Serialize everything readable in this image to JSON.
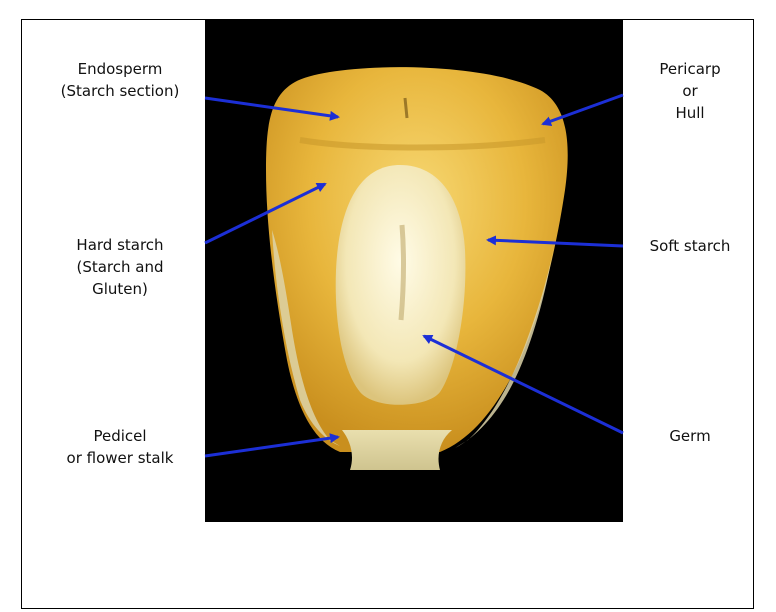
{
  "labels": {
    "endosperm": "Endosperm\n(Starch section)",
    "hard_starch": "Hard starch\n(Starch and\nGluten)",
    "pedicel": "Pedicel\nor flower stalk",
    "pericarp": "Pericarp\nor\nHull",
    "soft_starch": "Soft starch",
    "germ": "Germ"
  },
  "colors": {
    "arrow": "#1c2fd6",
    "background": "#000000",
    "kernel_shell": "#e2b13b",
    "germ": "#f4ecc4"
  }
}
